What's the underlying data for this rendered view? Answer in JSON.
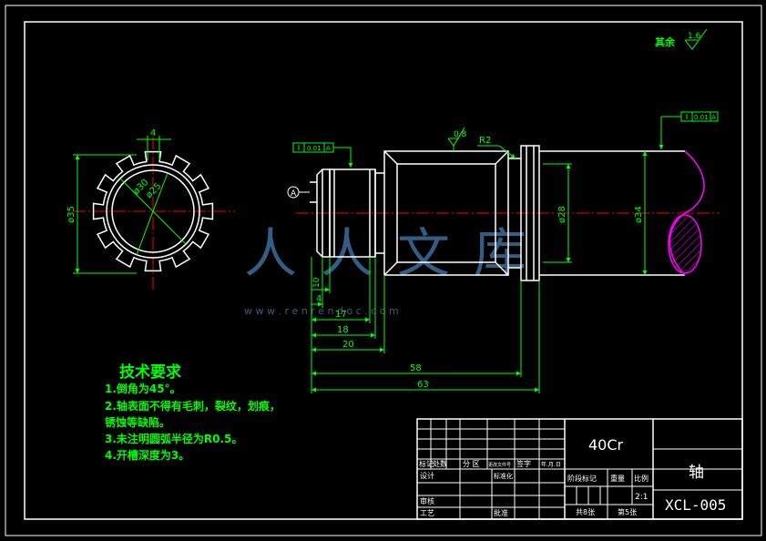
{
  "colors": {
    "background": "#000000",
    "line": "#ffffff",
    "dimension": "#00ff00",
    "center_line": "#ff0000",
    "text_main": "#ffffff",
    "text_green": "#00ff00",
    "hatch": "#ff00ff",
    "watermark": "#3d6f9a"
  },
  "roughness_other": {
    "label": "其余",
    "value": "1.6"
  },
  "roughness_marks": {
    "body": "0.8"
  },
  "tolerances": {
    "left": {
      "value": "0.01",
      "datum": "A"
    },
    "right": {
      "value": "0.01",
      "datum": "A"
    }
  },
  "radius_label": "R2",
  "datum_label": "A",
  "section_view": {
    "width_dim": "4",
    "diameter_dim": "ø35",
    "inner_1": "ø25",
    "inner_2": "ø30"
  },
  "diameters": {
    "d28": "ø28",
    "d34": "ø34"
  },
  "lengths": {
    "l10": "10",
    "l4": "4",
    "l17": "17",
    "l18": "18",
    "l20": "20",
    "l58": "58",
    "l63": "63"
  },
  "tech": {
    "title": "技术要求",
    "items": [
      "1.倒角为45°。",
      "2.轴表面不得有毛刺，裂纹，划痕，",
      "锈蚀等缺陷。",
      "3.未注明圆弧半径为R0.5。",
      "4.开槽深度为3。"
    ]
  },
  "title_block": {
    "material": "40Cr",
    "part_name": "轴",
    "drawing_no": "XCL-005",
    "scale": "2:1",
    "labels": {
      "mark": "标记",
      "count": "处数",
      "zone": "分 区",
      "doc_no": "更改文件号",
      "sign": "签字",
      "date": "年.月.日",
      "design": "设计",
      "standard": "标准化",
      "stage": "阶段标记",
      "weight": "重量",
      "ratio": "比例",
      "review": "审核",
      "process": "工艺",
      "approve": "批准",
      "total": "共8张",
      "sheet": "第5张"
    }
  },
  "watermark": {
    "logo": "人人文库",
    "url": "w w w . r e n r e n d o c . c o m"
  }
}
